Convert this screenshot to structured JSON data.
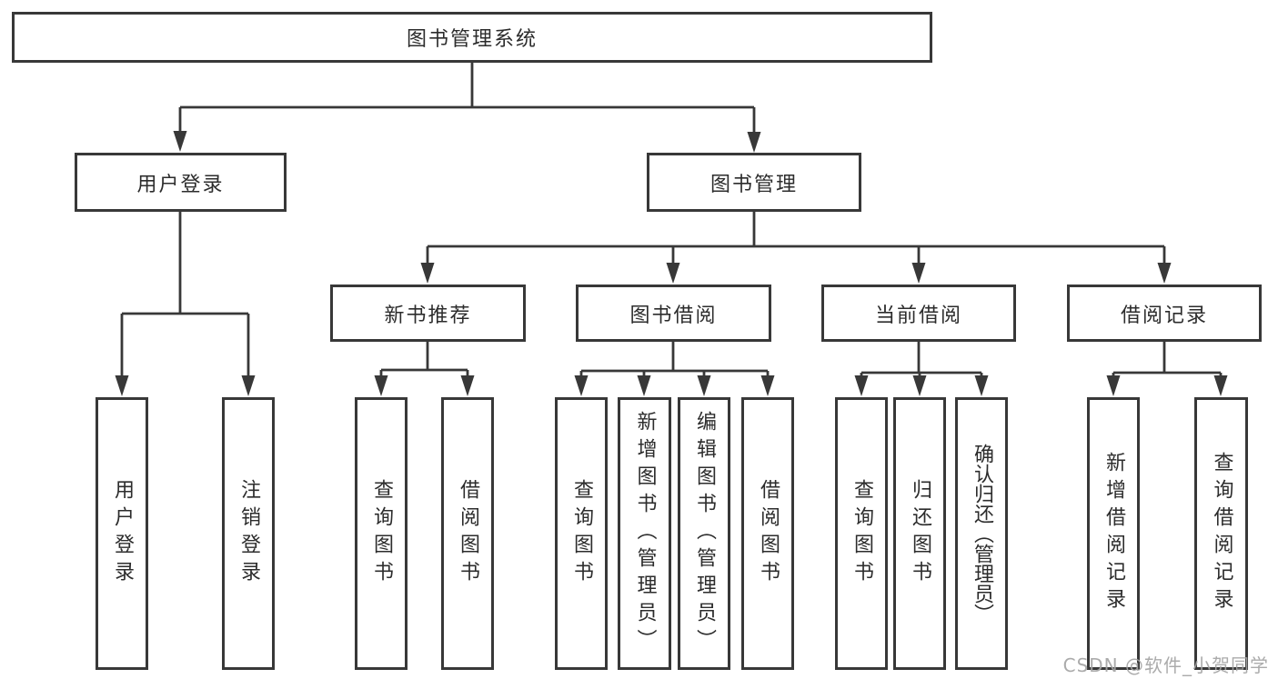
{
  "diagram": {
    "root": {
      "label": "图书管理系统"
    },
    "level1": [
      {
        "label": "用户登录"
      },
      {
        "label": "图书管理"
      }
    ],
    "level2": [
      {
        "label": "新书推荐"
      },
      {
        "label": "图书借阅"
      },
      {
        "label": "当前借阅"
      },
      {
        "label": "借阅记录"
      }
    ],
    "leaves": [
      {
        "label": "用户登录"
      },
      {
        "label": "注销登录"
      },
      {
        "label": "查询图书"
      },
      {
        "label": "借阅图书"
      },
      {
        "label": "查询图书"
      },
      {
        "label": "新增图书（管理员）"
      },
      {
        "label": "编辑图书（管理员）"
      },
      {
        "label": "借阅图书"
      },
      {
        "label": "查询图书"
      },
      {
        "label": "归还图书"
      },
      {
        "label": "确认归还（管理员）"
      },
      {
        "label": "新增借阅记录"
      },
      {
        "label": "查询借阅记录"
      }
    ],
    "watermark": "CSDN @软件_小贺同学",
    "colors": {
      "line": "#383838",
      "border": "#383838",
      "text": "#2c2c2c",
      "watermark": "#a4a4a4",
      "background": "#ffffff"
    }
  }
}
